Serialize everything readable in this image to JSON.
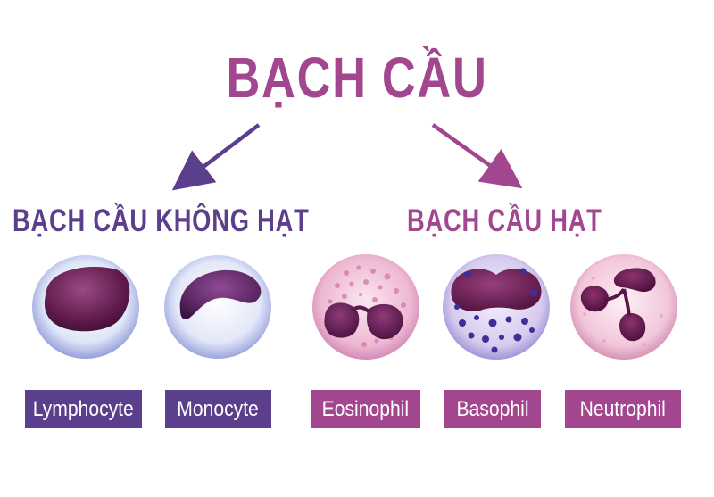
{
  "title": "BẠCH CẦU",
  "groups": {
    "agranular": {
      "heading": "BẠCH CẦU KHÔNG HẠT"
    },
    "granular": {
      "heading": "BẠCH CẦU HẠT"
    }
  },
  "cells": [
    {
      "label": "Lymphocyte"
    },
    {
      "label": "Monocyte"
    },
    {
      "label": "Eosinophil"
    },
    {
      "label": "Basophil"
    },
    {
      "label": "Neutrophil"
    }
  ],
  "colors": {
    "title": "#a2468f",
    "agranular": "#5c3f8c",
    "granular": "#a2468f",
    "nucleus": "#6b1f4e"
  }
}
